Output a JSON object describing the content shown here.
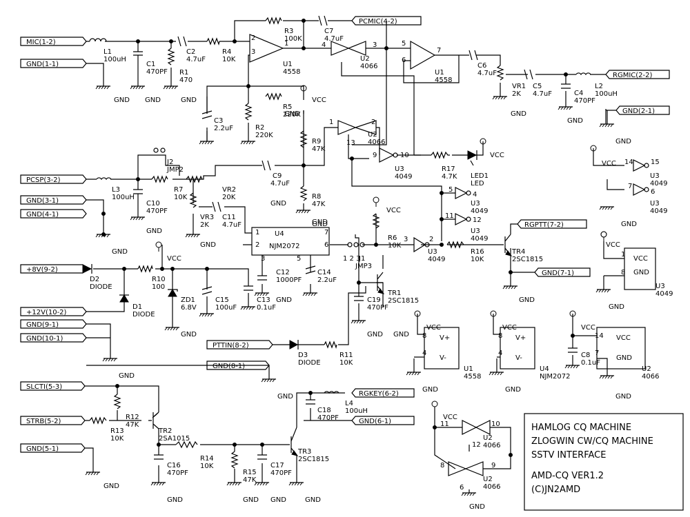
{
  "ports": {
    "mic": "MIC(1-2)",
    "gnd11": "GND(1-1)",
    "pcsp": "PCSP(3-2)",
    "gnd31": "GND(3-1)",
    "gnd41": "GND(4-1)",
    "v8": "+8V(9-2)",
    "v12": "+12V(10-2)",
    "gnd91": "GND(9-1)",
    "gnd101": "GND(10-1)",
    "pttin": "PTTIN(8-2)",
    "gnd81": "GND(8-1)",
    "slcti": "SLCTI(5-3)",
    "strb": "STRB(5-2)",
    "gnd51": "GND(5-1)",
    "pcmic": "PCMIC(4-2)",
    "rgmic": "RGMIC(2-2)",
    "gnd21": "GND(2-1)",
    "rgptt": "RGPTT(7-2)",
    "gnd71": "GND(7-1)",
    "rgkey": "RGKEY(6-2)",
    "gnd61": "GND(6-1)"
  },
  "parts": {
    "L1": "L1",
    "L1v": "100uH",
    "C1": "C1",
    "C1v": "470PF",
    "R1": "R1",
    "R1v": "470",
    "C2": "C2",
    "C2v": "4.7uF",
    "R4": "R4",
    "R4v": "10K",
    "R3": "R3",
    "R3v": "100K",
    "C7": "C7",
    "C7v": "4.7uF",
    "U1": "U1",
    "U1v": "4558",
    "U2": "U2",
    "U2v": "4066",
    "C3": "C3",
    "C3v": "2.2uF",
    "R2": "R2",
    "R2v": "220K",
    "R5": "R5",
    "R5v": "220K",
    "R9": "R9",
    "R9v": "47K",
    "R8": "R8",
    "R8v": "47K",
    "C9": "C9",
    "C9v": "4.7uF",
    "VR2": "VR2",
    "VR2v": "20K",
    "R7": "R7",
    "R7v": "10K",
    "J2": "J2",
    "J2v": "JMP2",
    "L3": "L3",
    "L3v": "100uH",
    "C10": "C10",
    "C10v": "470PF",
    "VR3": "VR3",
    "VR3v": "2K",
    "C11": "C11",
    "C11v": "4.7uF",
    "U4": "U4",
    "U4v": "NJM2072",
    "C12": "C12",
    "C12v": "1000PF",
    "C14": "C14",
    "C14v": "2.2uF",
    "J1": "J1",
    "J1v": "JMP3",
    "jpins": "1 2 3",
    "D2": "D2",
    "D2v": "DIODE",
    "D1": "D1",
    "D1v": "DIODE",
    "R10": "R10",
    "R10v": "100",
    "ZD1": "ZD1",
    "ZD1v": "6.8V",
    "C15": "C15",
    "C15v": "100uF",
    "C13": "C13",
    "C13v": "0.1uF",
    "TR1": "TR1",
    "TR1v": "2SC1815",
    "C19": "C19",
    "C19v": "470PF",
    "R6": "R6",
    "R6v": "10K",
    "D3": "D3",
    "D3v": "DIODE",
    "R11": "R11",
    "R11v": "10K",
    "U3": "U3",
    "U3v": "4049",
    "R17": "R17",
    "R17v": "4.7K",
    "LED1": "LED1",
    "LED1v": "LED",
    "R16": "R16",
    "R16v": "10K",
    "TR4": "TR4",
    "TR4v": "2SC1815",
    "C6": "C6",
    "C6v": "4.7uF",
    "VR1": "VR1",
    "VR1v": "2K",
    "C5": "C5",
    "C5v": "4.7uF",
    "C4": "C4",
    "C4v": "470PF",
    "L2": "L2",
    "L2v": "100uH",
    "C18": "C18",
    "C18v": "470PF",
    "L4": "L4",
    "L4v": "100uH",
    "R12": "R12",
    "R12v": "47K",
    "R13": "R13",
    "R13v": "10K",
    "TR2": "TR2",
    "TR2v": "2SA1015",
    "C16": "C16",
    "C16v": "470PF",
    "R14": "R14",
    "R14v": "10K",
    "R15": "R15",
    "R15v": "47K",
    "C17": "C17",
    "C17v": "470PF",
    "TR3": "TR3",
    "TR3v": "2SC1815",
    "C8": "C8",
    "C8v": "0.1uF"
  },
  "net": {
    "gnd": "GND",
    "vcc": "VCC"
  },
  "ic": {
    "vp": "V+",
    "vm": "V-",
    "vcc": "VCC",
    "gnd": "GND"
  },
  "pins": {
    "p1": "1",
    "p2": "2",
    "p3": "3",
    "p4": "4",
    "p5": "5",
    "p6": "6",
    "p7": "7",
    "p8": "8",
    "p9": "9",
    "p10": "10",
    "p11": "11",
    "p12": "12",
    "p13": "13",
    "p14": "14",
    "p15": "15"
  },
  "title_block": {
    "line1": "HAMLOG CQ MACHINE",
    "line2": "ZLOGWIN CW/CQ MACHINE",
    "line3": "SSTV INTERFACE",
    "line4": "AMD-CQ VER1.2",
    "line5": "(C)JN2AMD"
  }
}
